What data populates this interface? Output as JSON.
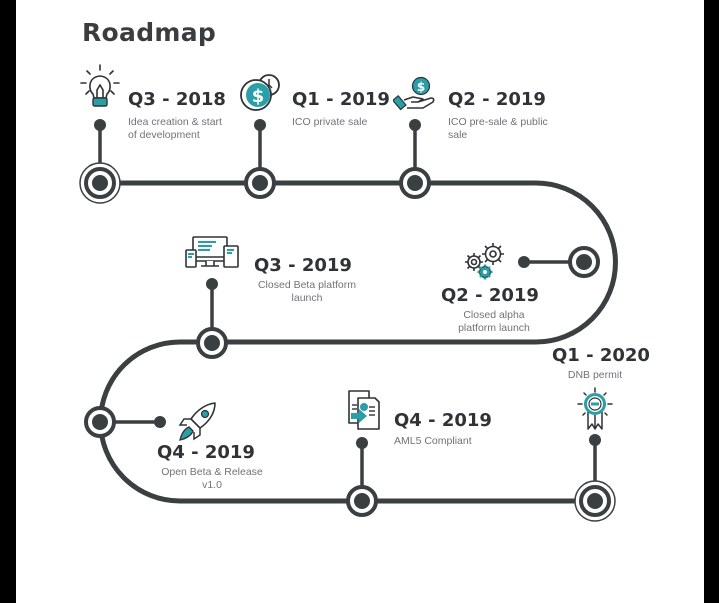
{
  "title": "Roadmap",
  "colors": {
    "track": "#3a3f42",
    "accent": "#2a9fa8",
    "heading": "#2f3336",
    "text": "#6f7479",
    "background": "#ffffff",
    "frame": "#000000"
  },
  "milestones": [
    {
      "quarter": "Q3 - 2018",
      "description": "Idea creation & start of development",
      "desc_lines": [
        "Idea creation & start",
        "of development"
      ],
      "icon": "lightbulb-icon"
    },
    {
      "quarter": "Q1 - 2019",
      "description": "ICO private sale",
      "desc_lines": [
        "ICO private sale"
      ],
      "icon": "coin-clock-icon"
    },
    {
      "quarter": "Q2 - 2019",
      "description": "ICO pre-sale & public sale",
      "desc_lines": [
        "ICO pre-sale & public",
        "sale"
      ],
      "icon": "hand-coin-icon"
    },
    {
      "quarter": "Q2 - 2019",
      "description": "Closed alpha platform launch",
      "desc_lines": [
        "Closed alpha",
        "platform launch"
      ],
      "icon": "gears-icon"
    },
    {
      "quarter": "Q3 - 2019",
      "description": "Closed Beta platform launch",
      "desc_lines": [
        "Closed Beta platform",
        "launch"
      ],
      "icon": "devices-icon"
    },
    {
      "quarter": "Q4 - 2019",
      "description": "Open Beta & Release v1.0",
      "desc_lines": [
        "Open Beta & Release",
        "v1.0"
      ],
      "icon": "rocket-icon"
    },
    {
      "quarter": "Q4 - 2019",
      "description": "AML5 Compliant",
      "desc_lines": [
        "AML5 Compliant"
      ],
      "icon": "documents-icon"
    },
    {
      "quarter": "Q1 - 2020",
      "description": "DNB permit",
      "desc_lines": [
        "DNB permit"
      ],
      "icon": "award-ribbon-icon"
    }
  ]
}
